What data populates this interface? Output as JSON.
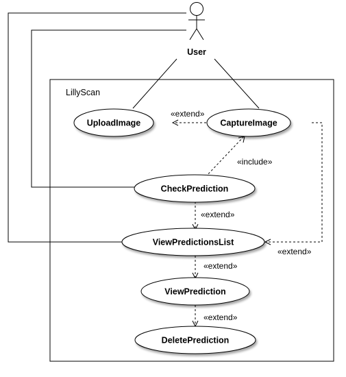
{
  "system": {
    "name": "LillyScan"
  },
  "actor": {
    "name": "User"
  },
  "use_cases": {
    "upload_image": "UploadImage",
    "capture_image": "CaptureImage",
    "check_prediction": "CheckPrediction",
    "view_predictions_list": "ViewPredictionsList",
    "view_prediction": "ViewPrediction",
    "delete_prediction": "DeletePrediction"
  },
  "relations": {
    "capture_extends_upload": "«extend»",
    "check_includes_capture": "«include»",
    "list_extends_check": "«extend»",
    "capture_extends_list": "«extend»",
    "view_extends_list": "«extend»",
    "delete_extends_view": "«extend»"
  }
}
